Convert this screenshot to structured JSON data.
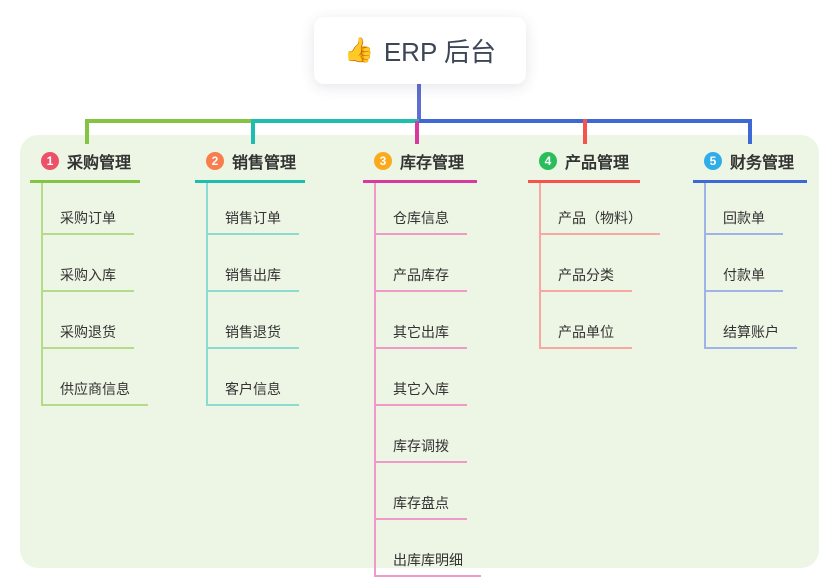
{
  "root": {
    "label": "ERP 后台",
    "emoji": "👍",
    "emoji_name": "thumbs-up-emoji"
  },
  "branches": [
    {
      "index": "1",
      "title": "采购管理",
      "badge_color": "#ec5168",
      "line_color": "#84c443",
      "child_line_color": "#b5da8a",
      "children": [
        "采购订单",
        "采购入库",
        "采购退货",
        "供应商信息"
      ]
    },
    {
      "index": "2",
      "title": "销售管理",
      "badge_color": "#f97d4d",
      "line_color": "#1ebdb0",
      "child_line_color": "#8bdbd2",
      "children": [
        "销售订单",
        "销售出库",
        "销售退货",
        "客户信息"
      ]
    },
    {
      "index": "3",
      "title": "库存管理",
      "badge_color": "#fbaa1e",
      "line_color": "#d63a9e",
      "child_line_color": "#f09aca",
      "children": [
        "仓库信息",
        "产品库存",
        "其它出库",
        "其它入库",
        "库存调拨",
        "库存盘点",
        "出库库明细"
      ]
    },
    {
      "index": "4",
      "title": "产品管理",
      "badge_color": "#2abd5c",
      "line_color": "#f4534e",
      "child_line_color": "#f8a7a2",
      "children": [
        "产品（物料）",
        "产品分类",
        "产品单位"
      ]
    },
    {
      "index": "5",
      "title": "财务管理",
      "badge_color": "#2fadea",
      "line_color": "#3d68d6",
      "child_line_color": "#a0b3e8",
      "children": [
        "回款单",
        "付款单",
        "结算账户"
      ]
    }
  ],
  "colors": {
    "panel_background": "#edf6e5",
    "root_connector": "#5f6ed0",
    "text": "#333333"
  }
}
